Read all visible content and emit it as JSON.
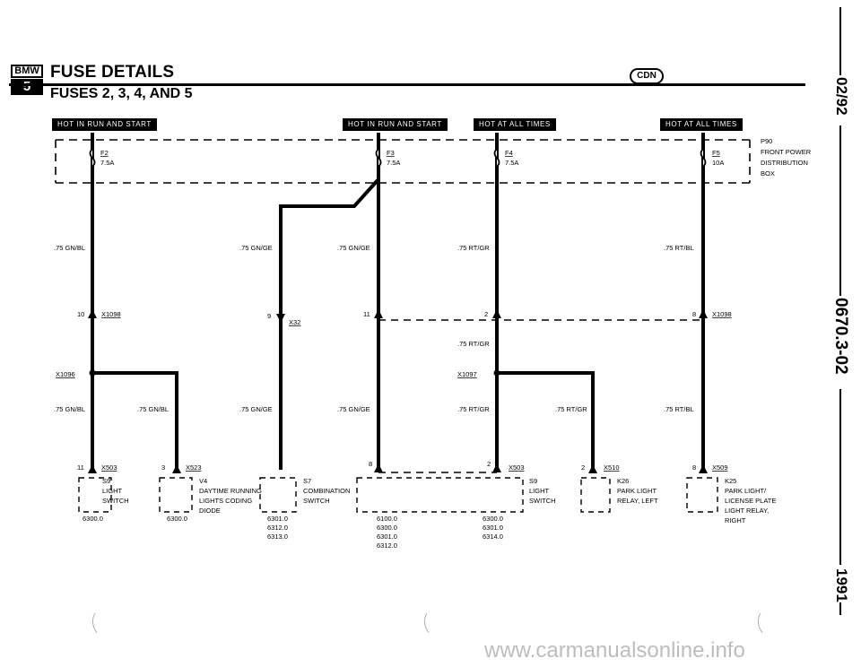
{
  "header": {
    "logo_top": "BMW",
    "logo_bottom": "5",
    "title": "FUSE DETAILS",
    "subtitle": "FUSES 2, 3, 4, AND 5",
    "badge": "CDN"
  },
  "side_text": {
    "date": "02/92",
    "doc_number": "0670.3-02",
    "year": "1991"
  },
  "power_labels": {
    "f2": "HOT IN RUN AND START",
    "f3": "HOT IN RUN AND START",
    "f4": "HOT AT ALL TIMES",
    "f5": "HOT AT ALL TIMES"
  },
  "fuses": {
    "f2": {
      "name": "F2",
      "rating": "7.5A"
    },
    "f3": {
      "name": "F3",
      "rating": "7.5A"
    },
    "f4": {
      "name": "F4",
      "rating": "7.5A"
    },
    "f5": {
      "name": "F5",
      "rating": "10A"
    }
  },
  "fuse_box": {
    "id": "P90",
    "line1": "FRONT POWER",
    "line2": "DISTRIBUTION",
    "line3": "BOX"
  },
  "wires": {
    "w1": ".75 GN/BL",
    "w2": ".75 GN/GE",
    "w3": ".75 GN/GE",
    "w4": ".75 RT/GR",
    "w5": ".75 RT/BL",
    "w6": ".75 RT/GR",
    "w7": ".75 GN/BL",
    "w8": ".75 GN/BL",
    "w9": ".75 GN/GE",
    "w10": ".75 GN/GE",
    "w11": ".75 RT/GR",
    "w12": ".75 RT/GR",
    "w13": ".75 RT/BL"
  },
  "connectors": {
    "x1098_left": {
      "pin": "10",
      "name": "X1098"
    },
    "x32": {
      "pin": "9",
      "name": "X32"
    },
    "x1098_mid_pin": "11",
    "x1098_mid2_pin": "2",
    "x1098_right": {
      "pin": "8",
      "name": "X1098"
    },
    "splice_left": "X1096",
    "splice_right": "X1097",
    "x503_left": {
      "pin": "11",
      "name": "X503"
    },
    "x523": {
      "pin": "3",
      "name": "X523"
    },
    "s7_pin": "8",
    "x503_right": {
      "pin": "2",
      "name": "X503"
    },
    "x510": {
      "pin": "2",
      "name": "X510"
    },
    "x509": {
      "pin": "8",
      "name": "X509"
    }
  },
  "components": {
    "s9_left": {
      "id": "S9",
      "line1": "LIGHT",
      "line2": "SWITCH",
      "refs": [
        "6300.0"
      ]
    },
    "v4": {
      "id": "V4",
      "line1": "DAYTIME RUNNING",
      "line2": "LIGHTS CODING",
      "line3": "DIODE",
      "refs": [
        "6300.0"
      ]
    },
    "s7": {
      "id": "S7",
      "line1": "COMBINATION",
      "line2": "SWITCH",
      "refs": [
        "6301.0",
        "6312.0",
        "6313.0"
      ]
    },
    "s7_refs_b": [
      "6100.0",
      "6300.0",
      "6301.0",
      "6312.0"
    ],
    "s9_right": {
      "id": "S9",
      "line1": "LIGHT",
      "line2": "SWITCH",
      "refs": [
        "6300.0",
        "6301.0",
        "6314.0"
      ]
    },
    "k26": {
      "id": "K26",
      "line1": "PARK LIGHT",
      "line2": "RELAY, LEFT"
    },
    "k25": {
      "id": "K25",
      "line1": "PARK LIGHT/",
      "line2": "LICENSE PLATE",
      "line3": "LIGHT RELAY,",
      "line4": "RIGHT"
    }
  },
  "footer": "www.carmanualsonline.info"
}
